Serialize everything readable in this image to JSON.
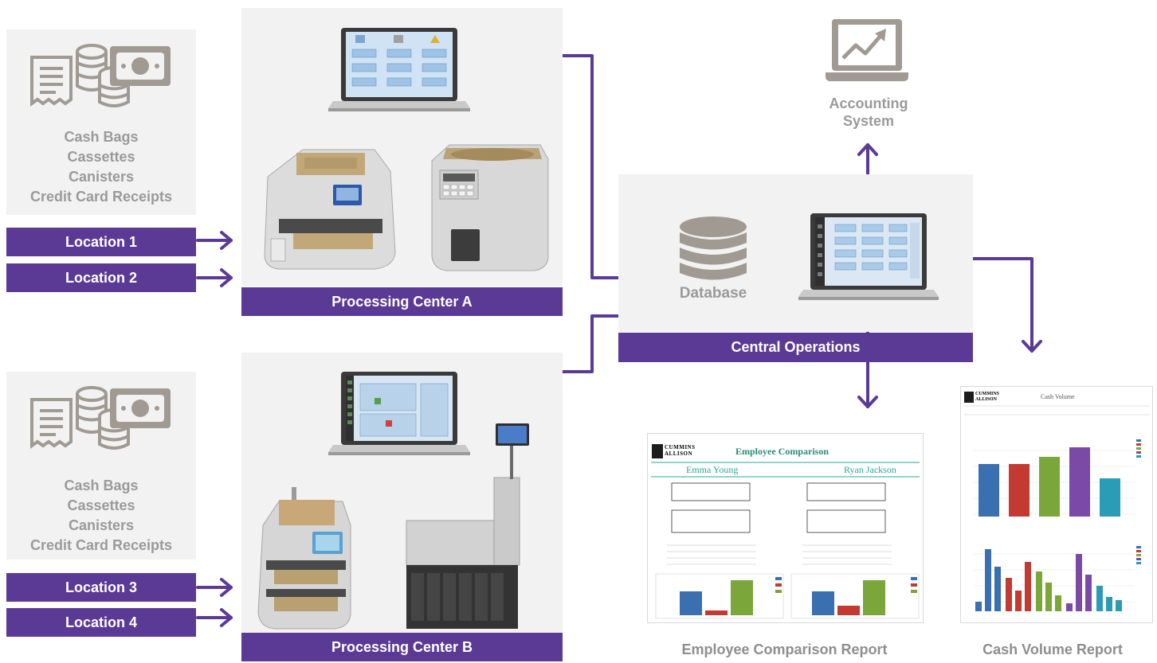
{
  "sources": [
    {
      "items": [
        "Cash Bags",
        "Cassettes",
        "Canisters",
        "Credit Card Receipts"
      ],
      "locations": [
        "Location 1",
        "Location 2"
      ]
    },
    {
      "items": [
        "Cash Bags",
        "Cassettes",
        "Canisters",
        "Credit Card Receipts"
      ],
      "locations": [
        "Location 3",
        "Location 4"
      ]
    }
  ],
  "centers": {
    "a": "Processing Center A",
    "b": "Processing Center B"
  },
  "central": {
    "label": "Central Operations",
    "database": "Database"
  },
  "accounting": {
    "line1": "Accounting",
    "line2": "System"
  },
  "reports": {
    "employee": {
      "caption": "Employee Comparison Report",
      "logo_line1": "CUMMINS",
      "logo_line2": "ALLISON",
      "title": "Employee Comparison",
      "person1": "Emma Young",
      "person2": "Ryan Jackson"
    },
    "cash": {
      "caption": "Cash Volume Report",
      "logo_line1": "CUMMINS",
      "logo_line2": "ALLISON",
      "title": "Cash Volume"
    }
  },
  "colors": {
    "purple": "#5b3a96",
    "gray_icon": "#a09a93",
    "panel": "#f2f2f2",
    "gray_text": "#9a9a9a"
  }
}
